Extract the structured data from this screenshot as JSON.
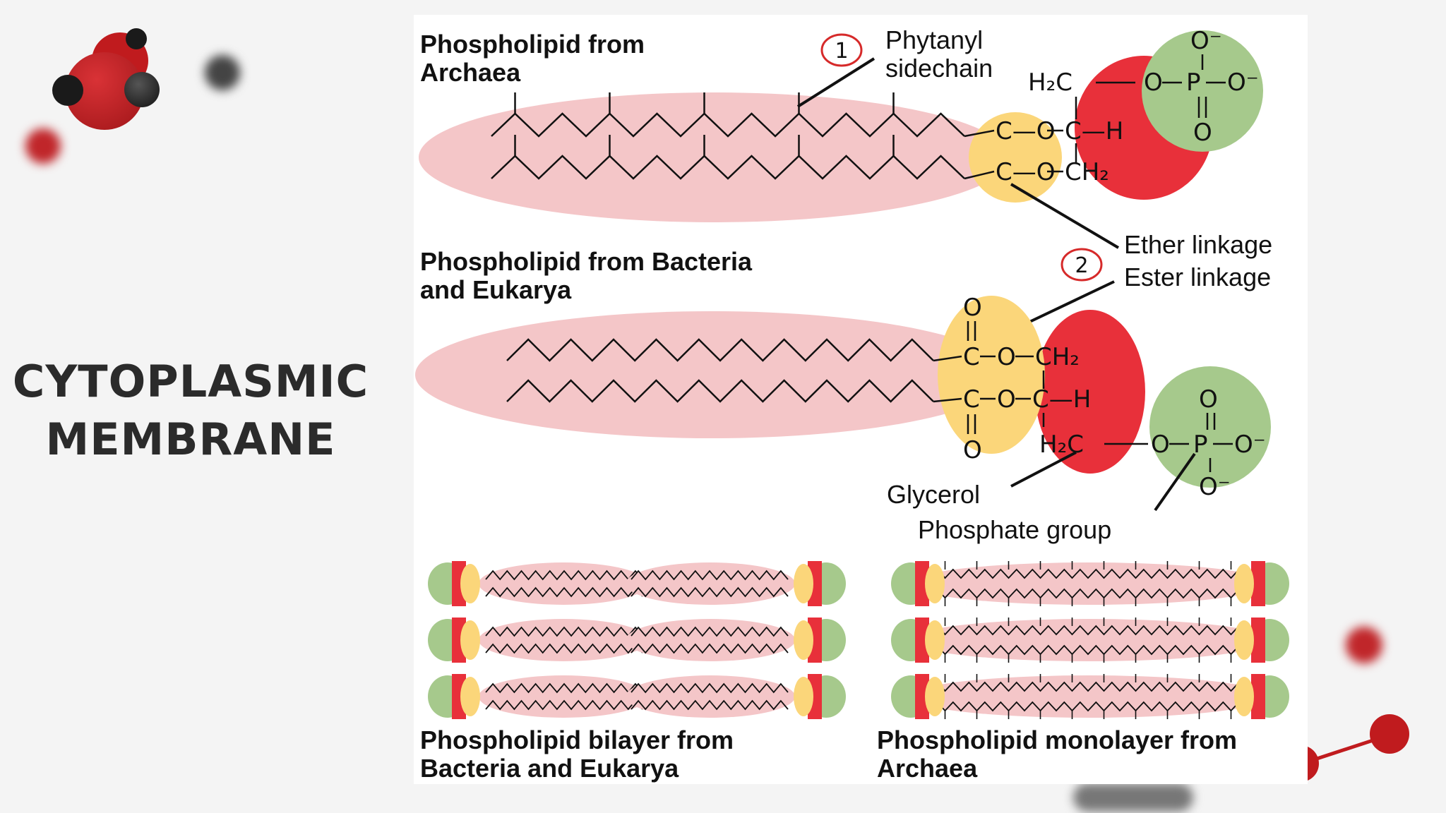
{
  "slide": {
    "title_lines": [
      "CYTOPLASMIC",
      "MEMBRANE"
    ]
  },
  "colors": {
    "tail_pink": "#f4c6c8",
    "glycerol_red": "#e8303a",
    "phosphate_green": "#a6c98c",
    "linkage_yellow": "#fbd67a",
    "callout_red": "#d62a2a",
    "molecule_red": "#c01b1e",
    "molecule_black": "#1a1a1a"
  },
  "icons": {
    "molecule_top_left": "molecule-cluster-icon",
    "molecule_bottom_right": "molecule-stick-icon"
  },
  "diagram": {
    "archaea": {
      "title_lines": [
        "Phospholipid from",
        "Archaea"
      ],
      "callout_number": "1",
      "sidechain_label_lines": [
        "Phytanyl",
        "sidechain"
      ],
      "ether_label": "Ether linkage"
    },
    "bacteria": {
      "title_lines": [
        "Phospholipid from Bacteria",
        "and Eukarya"
      ],
      "callout_number": "2",
      "ester_label": "Ester linkage"
    },
    "chem": {
      "h2c": "H₂C",
      "ch": "C—H",
      "ch2": "CH₂",
      "co": "C—O",
      "o": "O",
      "o_minus": "O⁻",
      "p": "P",
      "c": "C"
    },
    "glycerol_label": "Glycerol",
    "phosphate_label": "Phosphate group",
    "bilayer_label_lines": [
      "Phospholipid bilayer from",
      "Bacteria and Eukarya"
    ],
    "monolayer_label_lines": [
      "Phospholipid monolayer from",
      "Archaea"
    ]
  }
}
